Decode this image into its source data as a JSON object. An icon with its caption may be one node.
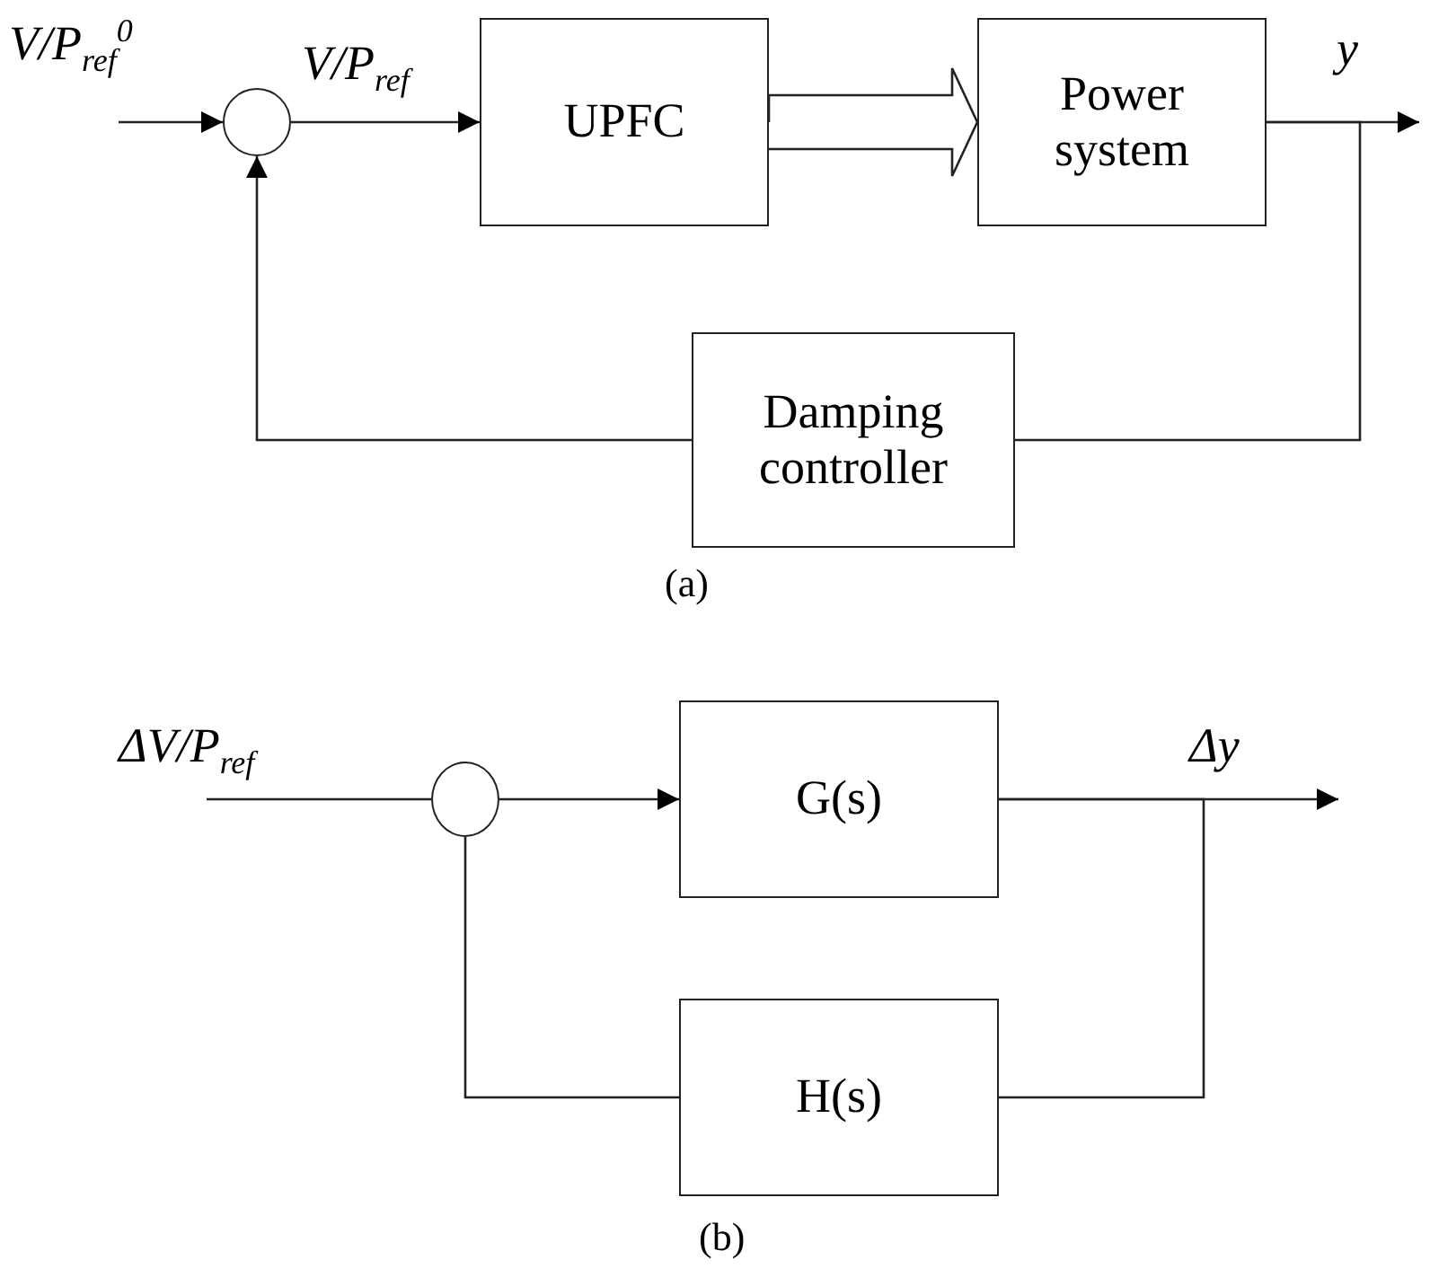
{
  "diagram": {
    "nodes": [
      {
        "text": [],
        "shape": "circle"
      },
      {
        "text": [
          "UPFC"
        ]
      },
      {
        "text": [
          "Power system"
        ]
      },
      {
        "text": [
          "Damping controller"
        ]
      },
      {
        "text": [],
        "shape": "circle"
      },
      {
        "text": [
          "G(s)"
        ]
      },
      {
        "text": [
          "H(s)"
        ]
      }
    ],
    "edges": [
      {
        "from": null,
        "to": 0,
        "arrow": "to",
        "label": "V/P$_{ref}$$^{0}$"
      },
      {
        "from": 0,
        "to": 1,
        "arrow": "to",
        "label": "V/P$_{ref}$"
      },
      {
        "from": 1,
        "to": 2,
        "arrow": "to",
        "style": "thick"
      },
      {
        "from": 2,
        "to": null,
        "arrow": "to",
        "label": "y"
      },
      {
        "from": 2,
        "to": 3,
        "arrow": "none"
      },
      {
        "from": 3,
        "to": 0,
        "arrow": "to"
      },
      {
        "from": null,
        "to": 4,
        "arrow": "none",
        "label": "ΔV/P$_{ref}$"
      },
      {
        "from": 4,
        "to": 5,
        "arrow": "to"
      },
      {
        "from": 5,
        "to": null,
        "arrow": "to",
        "label": "Δy"
      },
      {
        "from": 5,
        "to": 6,
        "arrow": "none"
      },
      {
        "from": 6,
        "to": 4,
        "arrow": "none"
      }
    ],
    "labels": [
      "(a)",
      "(b)"
    ]
  }
}
